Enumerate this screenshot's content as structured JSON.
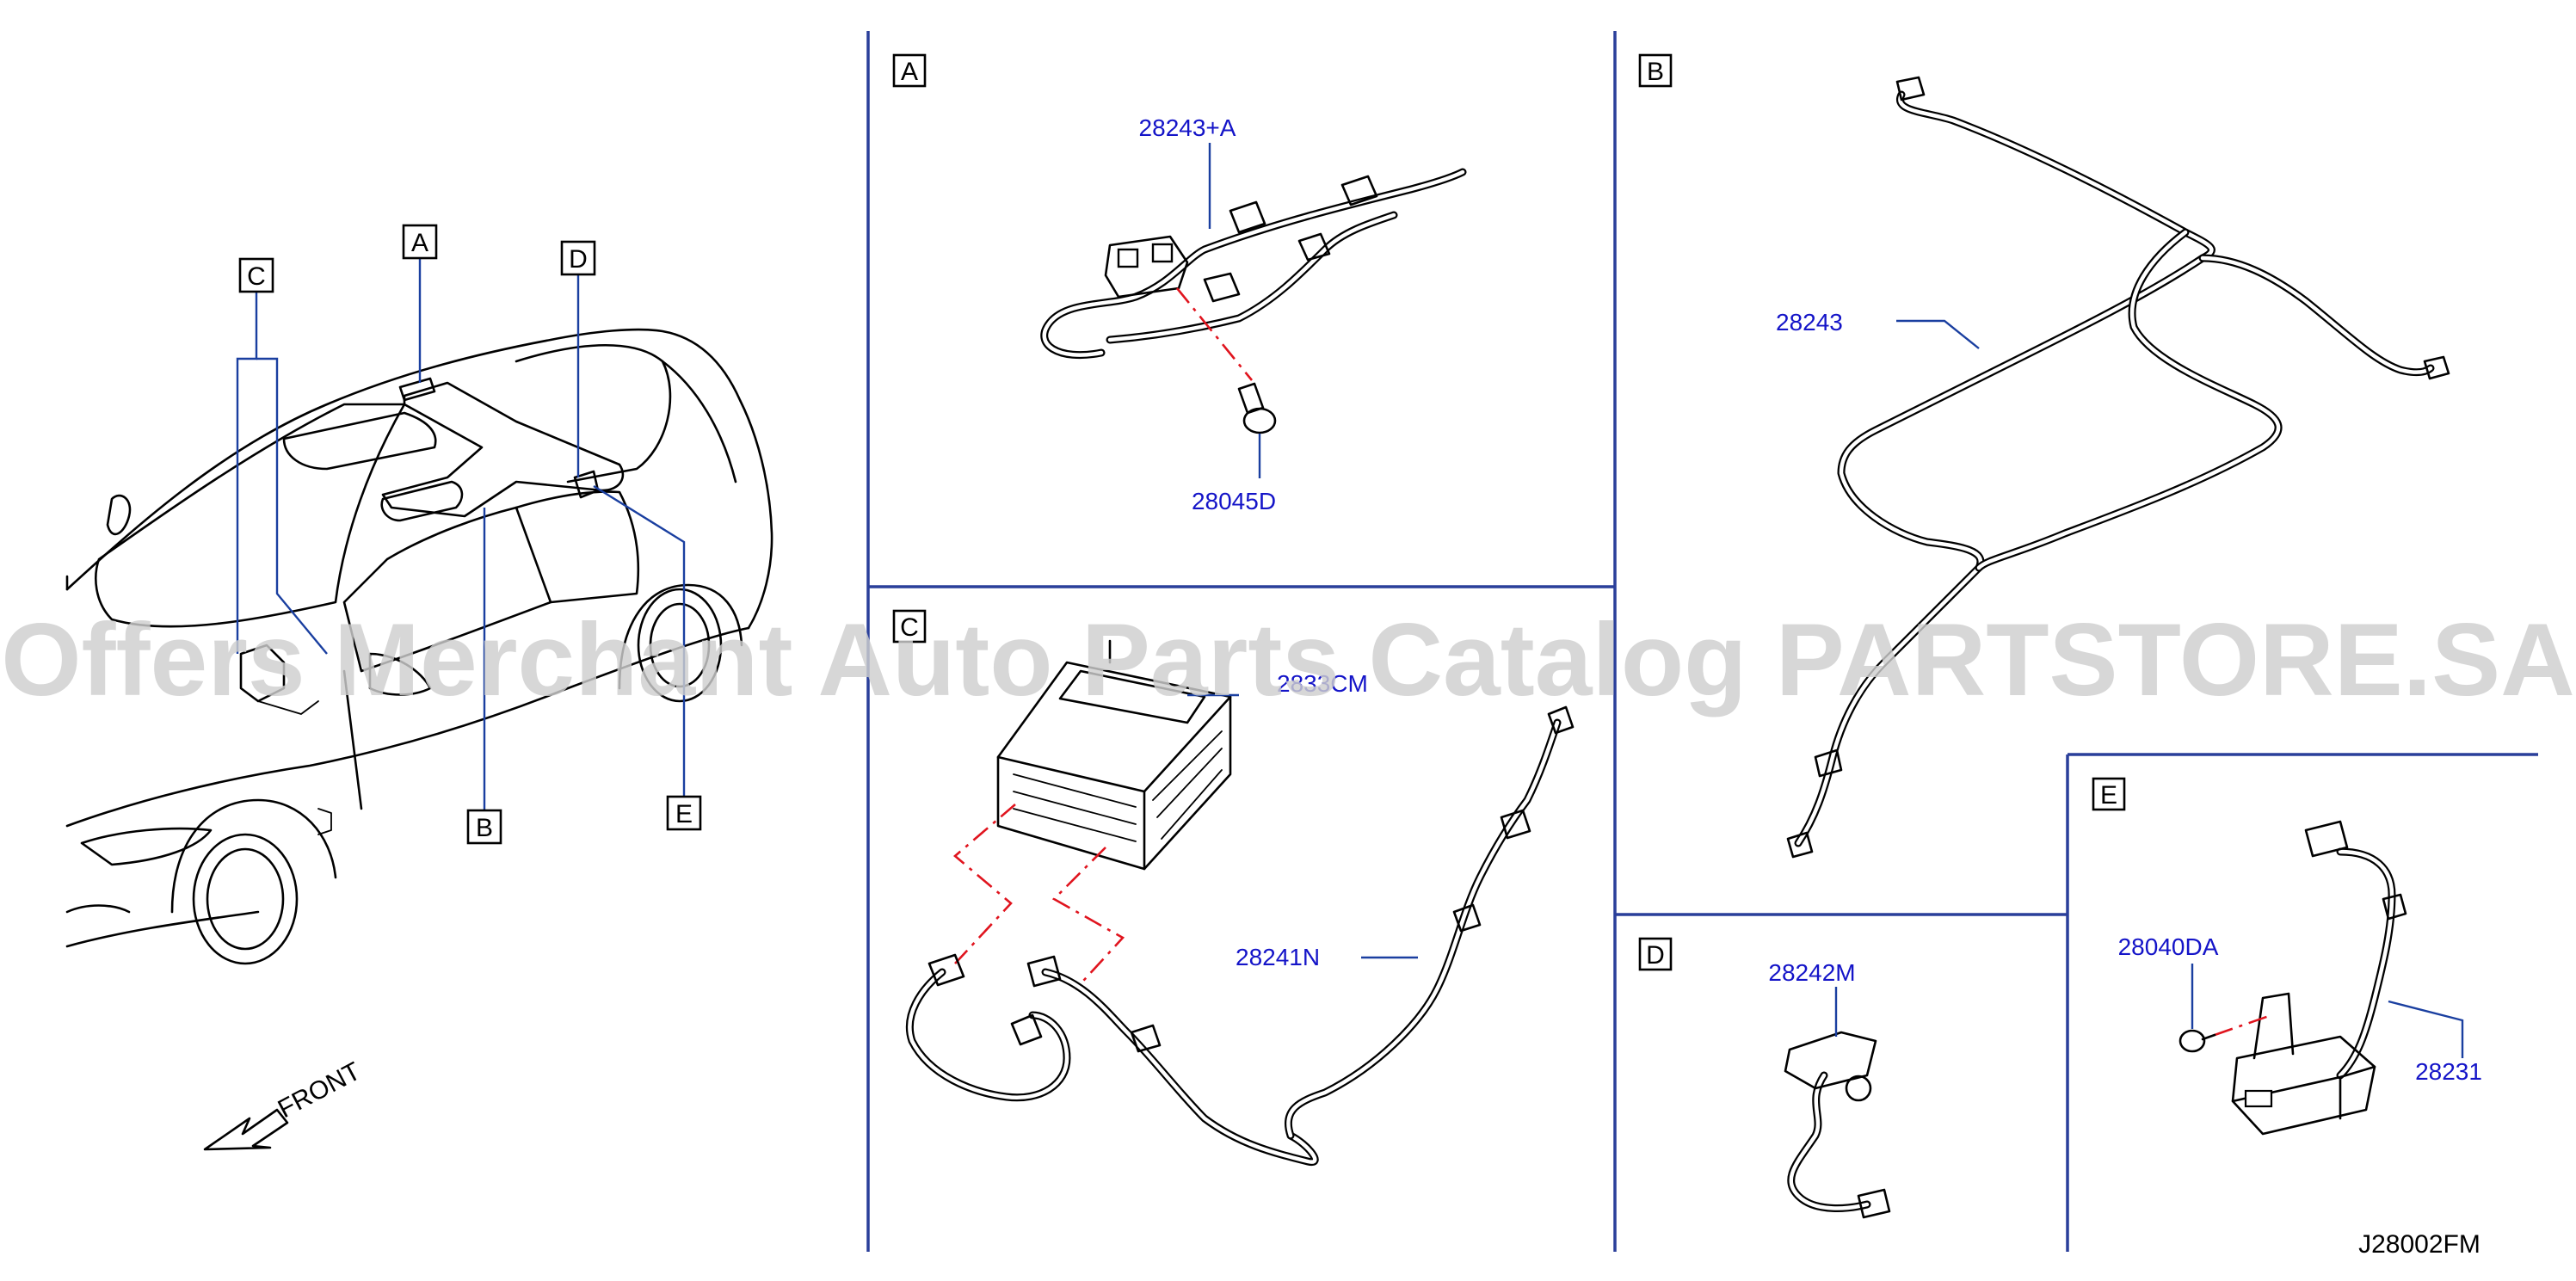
{
  "diagram": {
    "view_labels": [
      "A",
      "B",
      "C",
      "D",
      "E"
    ],
    "front_label": "FRONT",
    "figure_code": "J28002FM",
    "watermark": "Offers Merchant Auto Parts Catalog PARTSTORE.SA",
    "parts": {
      "A": [
        {
          "number": "28243+A"
        },
        {
          "number": "28045D"
        }
      ],
      "B": [
        {
          "number": "28243"
        }
      ],
      "C": [
        {
          "number": "2833CM"
        },
        {
          "number": "28241N"
        }
      ],
      "D": [
        {
          "number": "28242M"
        }
      ],
      "E": [
        {
          "number": "28040DA"
        },
        {
          "number": "28231"
        }
      ]
    }
  }
}
